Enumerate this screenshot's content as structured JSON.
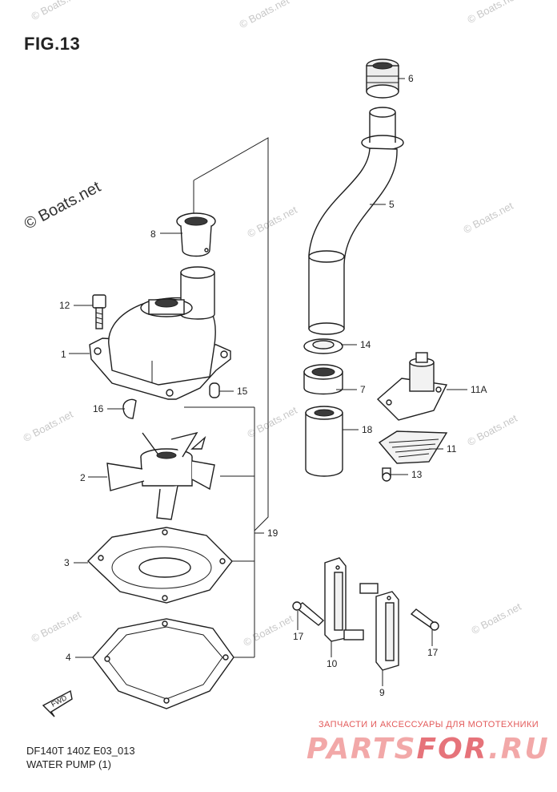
{
  "figure": {
    "title": "FIG.13",
    "model_code": "DF140T 140Z E03_013",
    "name": "WATER PUMP (1)"
  },
  "direction_label": "FWD",
  "watermarks": {
    "copyright": "© Boats.net",
    "shop_caption": "ЗАПЧАСТИ И АКСЕССУАРЫ ДЛЯ МОТОТЕХНИКИ",
    "shop_logo_a": "PARTS",
    "shop_logo_b": "FOR",
    "shop_logo_c": ".RU",
    "logo_color": "#e6737a"
  },
  "callouts": {
    "c1": "1",
    "c2": "2",
    "c3": "3",
    "c4": "4",
    "c5": "5",
    "c6": "6",
    "c7": "7",
    "c8": "8",
    "c9": "9",
    "c10": "10",
    "c11": "11",
    "c11a": "11A",
    "c12": "12",
    "c13": "13",
    "c14": "14",
    "c15": "15",
    "c16": "16",
    "c17a": "17",
    "c17b": "17",
    "c18": "18",
    "c19": "19"
  }
}
